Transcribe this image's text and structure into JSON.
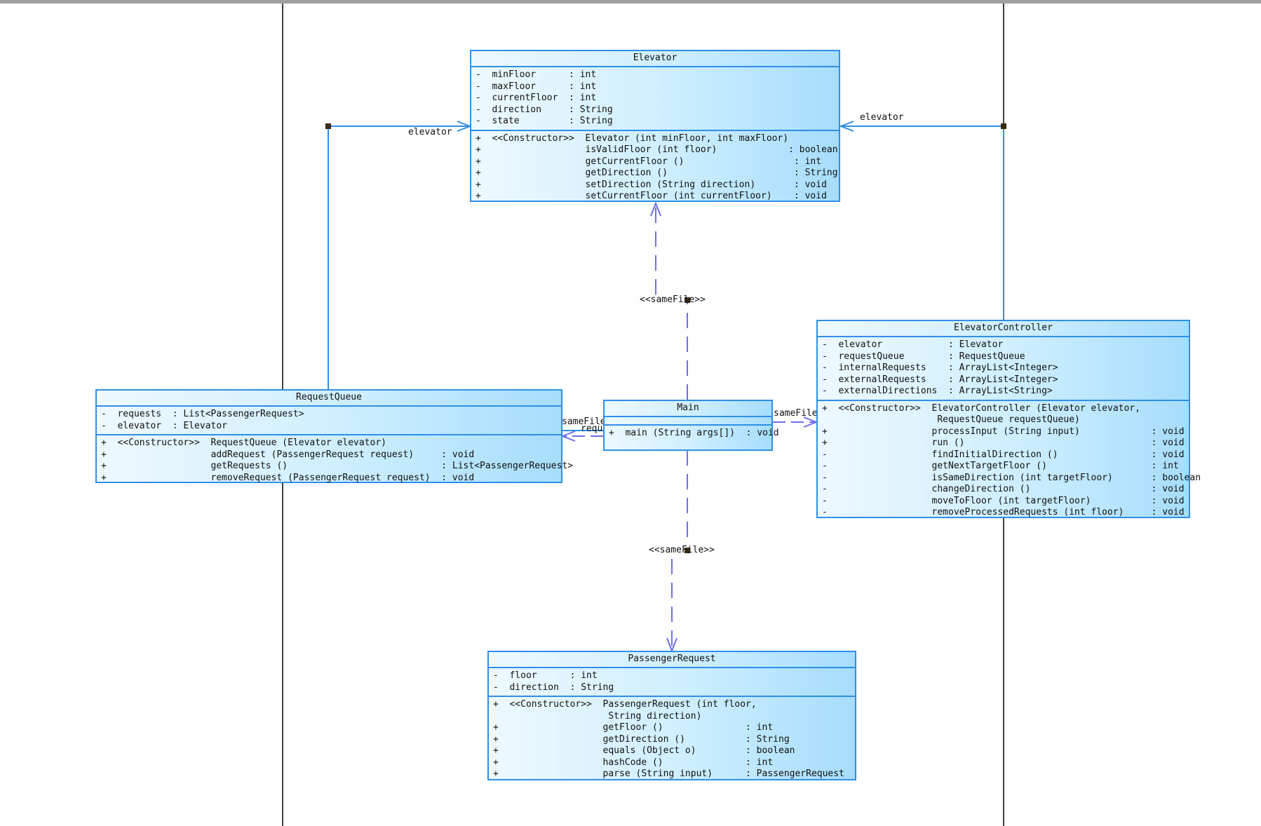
{
  "classes": {
    "elevator": {
      "name": "Elevator",
      "attributes": [
        "-  minFloor      : int",
        "-  maxFloor      : int",
        "-  currentFloor  : int",
        "-  direction     : String",
        "-  state         : String"
      ],
      "methods": [
        "+  <<Constructor>>  Elevator (int minFloor, int maxFloor)",
        "+                   isValidFloor (int floor)             : boolean",
        "+                   getCurrentFloor ()                    : int",
        "+                   getDirection ()                       : String",
        "+                   setDirection (String direction)       : void",
        "+                   setCurrentFloor (int currentFloor)    : void"
      ]
    },
    "request_queue": {
      "name": "RequestQueue",
      "attributes": [
        "-  requests  : List<PassengerRequest>",
        "-  elevator  : Elevator"
      ],
      "methods": [
        "+  <<Constructor>>  RequestQueue (Elevator elevator)",
        "+                   addRequest (PassengerRequest request)     : void",
        "+                   getRequests ()                            : List<PassengerRequest>",
        "+                   removeRequest (PassengerRequest request)  : void"
      ]
    },
    "main": {
      "name": "Main",
      "attributes": [],
      "methods": [
        "+  main (String args[])  : void"
      ]
    },
    "elevator_controller": {
      "name": "ElevatorController",
      "attributes": [
        "-  elevator            : Elevator",
        "-  requestQueue        : RequestQueue",
        "-  internalRequests    : ArrayList<Integer>",
        "-  externalRequests    : ArrayList<Integer>",
        "-  externalDirections  : ArrayList<String>"
      ],
      "methods": [
        "+  <<Constructor>>  ElevatorController (Elevator elevator,",
        "                     RequestQueue requestQueue)",
        "+                   processInput (String input)             : void",
        "+                   run ()                                  : void",
        "-                   findInitialDirection ()                 : void",
        "-                   getNextTargetFloor ()                   : int",
        "-                   isSameDirection (int targetFloor)       : boolean",
        "-                   changeDirection ()                      : void",
        "-                   moveToFloor (int targetFloor)           : void",
        "-                   removeProcessedRequests (int floor)     : void"
      ]
    },
    "passenger_request": {
      "name": "PassengerRequest",
      "attributes": [
        "-  floor      : int",
        "-  direction  : String"
      ],
      "methods": [
        "+  <<Constructor>>  PassengerRequest (int floor,",
        "                     String direction)",
        "+                   getFloor ()               : int",
        "+                   getDirection ()           : String",
        "+                   equals (Object o)         : boolean",
        "+                   hashCode ()               : int",
        "+                   parse (String input)      : PassengerRequest"
      ]
    }
  },
  "labels": {
    "assoc_rq_elevator": "elevator",
    "assoc_ec_elevator": "elevator",
    "dep_main_elevator": "<<sameFile>>",
    "dep_main_passenger": "<<sameFile>>",
    "dep_main_rq": "sameFile",
    "dep_main_rq_2": "requ",
    "dep_main_ec": "sameFile"
  },
  "colors": {
    "class_border": "#2f8fe8",
    "association_line": "#2f8fe8",
    "dependency_line": "#6e6ef0",
    "handle": "#3a2a10"
  }
}
